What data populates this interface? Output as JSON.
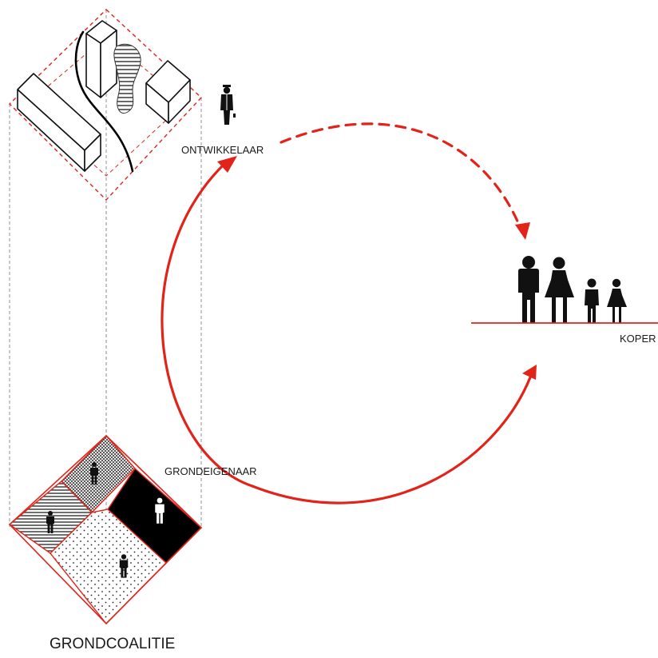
{
  "labels": {
    "developer": "ONTWIKKELAAR",
    "buyer": "KOPER",
    "landowner": "GRONDEIGENAAR",
    "coalition": "GRONDCOALITIE"
  },
  "colors": {
    "accent_red": "#e2231a",
    "ink": "#111111",
    "guide_gray": "#888888"
  },
  "icons": [
    "developer-person-icon",
    "man-icon",
    "woman-icon",
    "boy-icon",
    "girl-icon",
    "landowner-person-icon"
  ]
}
